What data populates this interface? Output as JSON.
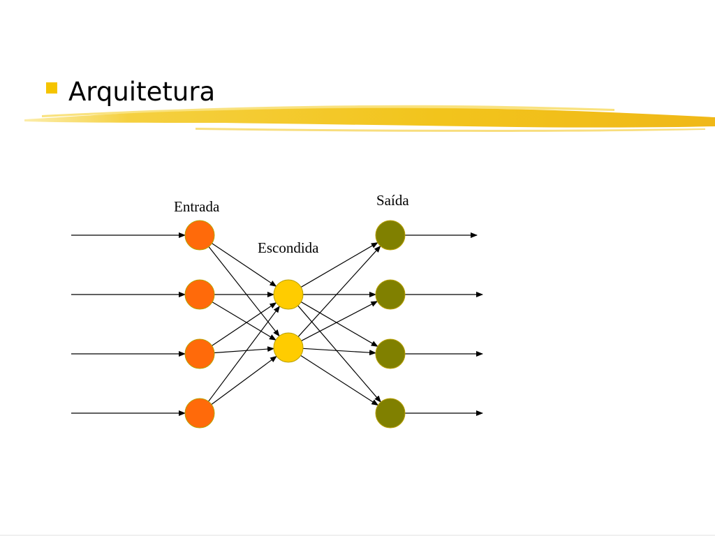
{
  "slide": {
    "title": "Arquitetura"
  },
  "colors": {
    "bullet": "#f5c400",
    "brush": "#f2c41c",
    "input_node": "#ff6a0a",
    "hidden_node": "#ffcc00",
    "output_node": "#808000",
    "node_stroke": "#b8a000"
  },
  "network": {
    "labels": {
      "input": "Entrada",
      "hidden": "Escondida",
      "output": "Saída"
    },
    "input_count": 4,
    "hidden_count": 2,
    "output_count": 4,
    "connectivity": "fully-connected"
  }
}
